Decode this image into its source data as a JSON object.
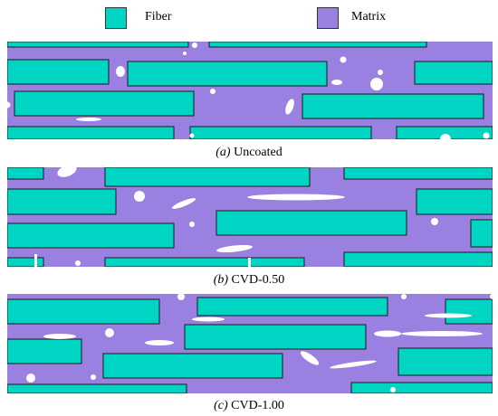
{
  "legend": {
    "fiber_label": "Fiber",
    "matrix_label": "Matrix",
    "fiber_color": "#00d4c2",
    "matrix_color": "#9a80e0"
  },
  "panels": [
    {
      "letter": "(a)",
      "title": "Uncoated"
    },
    {
      "letter": "(b)",
      "title": "CVD-0.50"
    },
    {
      "letter": "(c)",
      "title": "CVD-1.00"
    }
  ]
}
